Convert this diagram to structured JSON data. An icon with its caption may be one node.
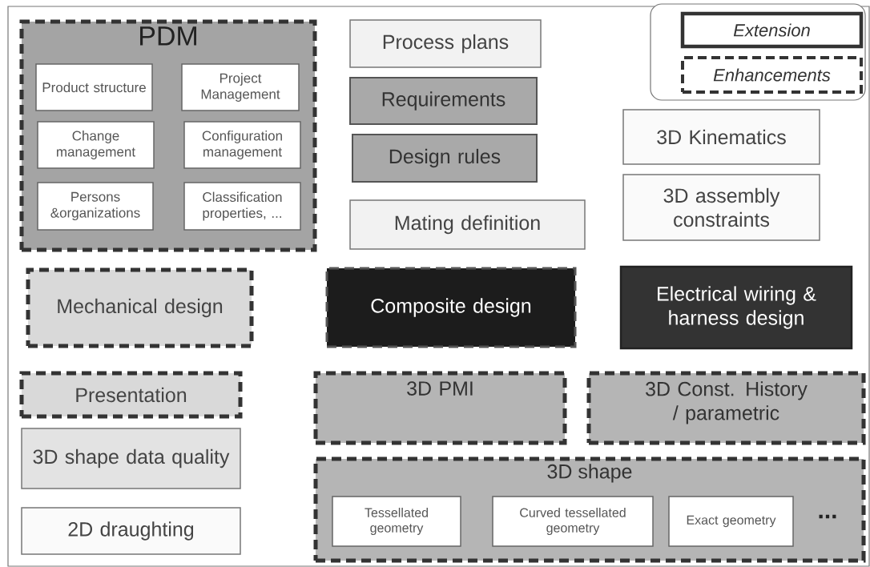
{
  "diagram": {
    "nodes": [
      {
        "text": [
          "PDM"
        ]
      },
      {
        "text": [
          "Product structure"
        ],
        "in": 0
      },
      {
        "text": [
          "Project Management"
        ],
        "in": 0
      },
      {
        "text": [
          "Change management"
        ],
        "in": 0
      },
      {
        "text": [
          "Configuration management"
        ],
        "in": 0
      },
      {
        "text": [
          "Persons &organizations"
        ],
        "in": 0
      },
      {
        "text": [
          "Classification properties, ..."
        ],
        "in": 0
      },
      {
        "text": [
          "Process plans"
        ]
      },
      {
        "text": [
          "Requirements"
        ]
      },
      {
        "text": [
          "Design rules"
        ]
      },
      {
        "text": [
          "3D Kinematics"
        ]
      },
      {
        "text": [
          "3D assembly constraints"
        ]
      },
      {
        "text": [
          "Mating definition"
        ]
      },
      {
        "text": [
          "Mechanical design"
        ]
      },
      {
        "text": [
          "Composite design"
        ]
      },
      {
        "text": [
          "Electrical wiring & harness design"
        ]
      },
      {
        "text": [
          "Presentation"
        ]
      },
      {
        "text": [
          "3D PMI"
        ]
      },
      {
        "text": [
          "3D Const. History / parametric"
        ]
      },
      {
        "text": [
          "3D shape data quality"
        ]
      },
      {
        "text": [
          "3D shape"
        ]
      },
      {
        "text": [
          "Tessellated geometry"
        ],
        "in": 20
      },
      {
        "text": [
          "Curved tessellated geometry"
        ],
        "in": 20
      },
      {
        "text": [
          "Exact geometry"
        ],
        "in": 20
      },
      {
        "text": [
          "2D draughting"
        ]
      }
    ],
    "edges": [],
    "labels": [
      "..."
    ],
    "legend": [
      {
        "text": "Extension"
      },
      {
        "text": "Enhancements"
      }
    ]
  }
}
